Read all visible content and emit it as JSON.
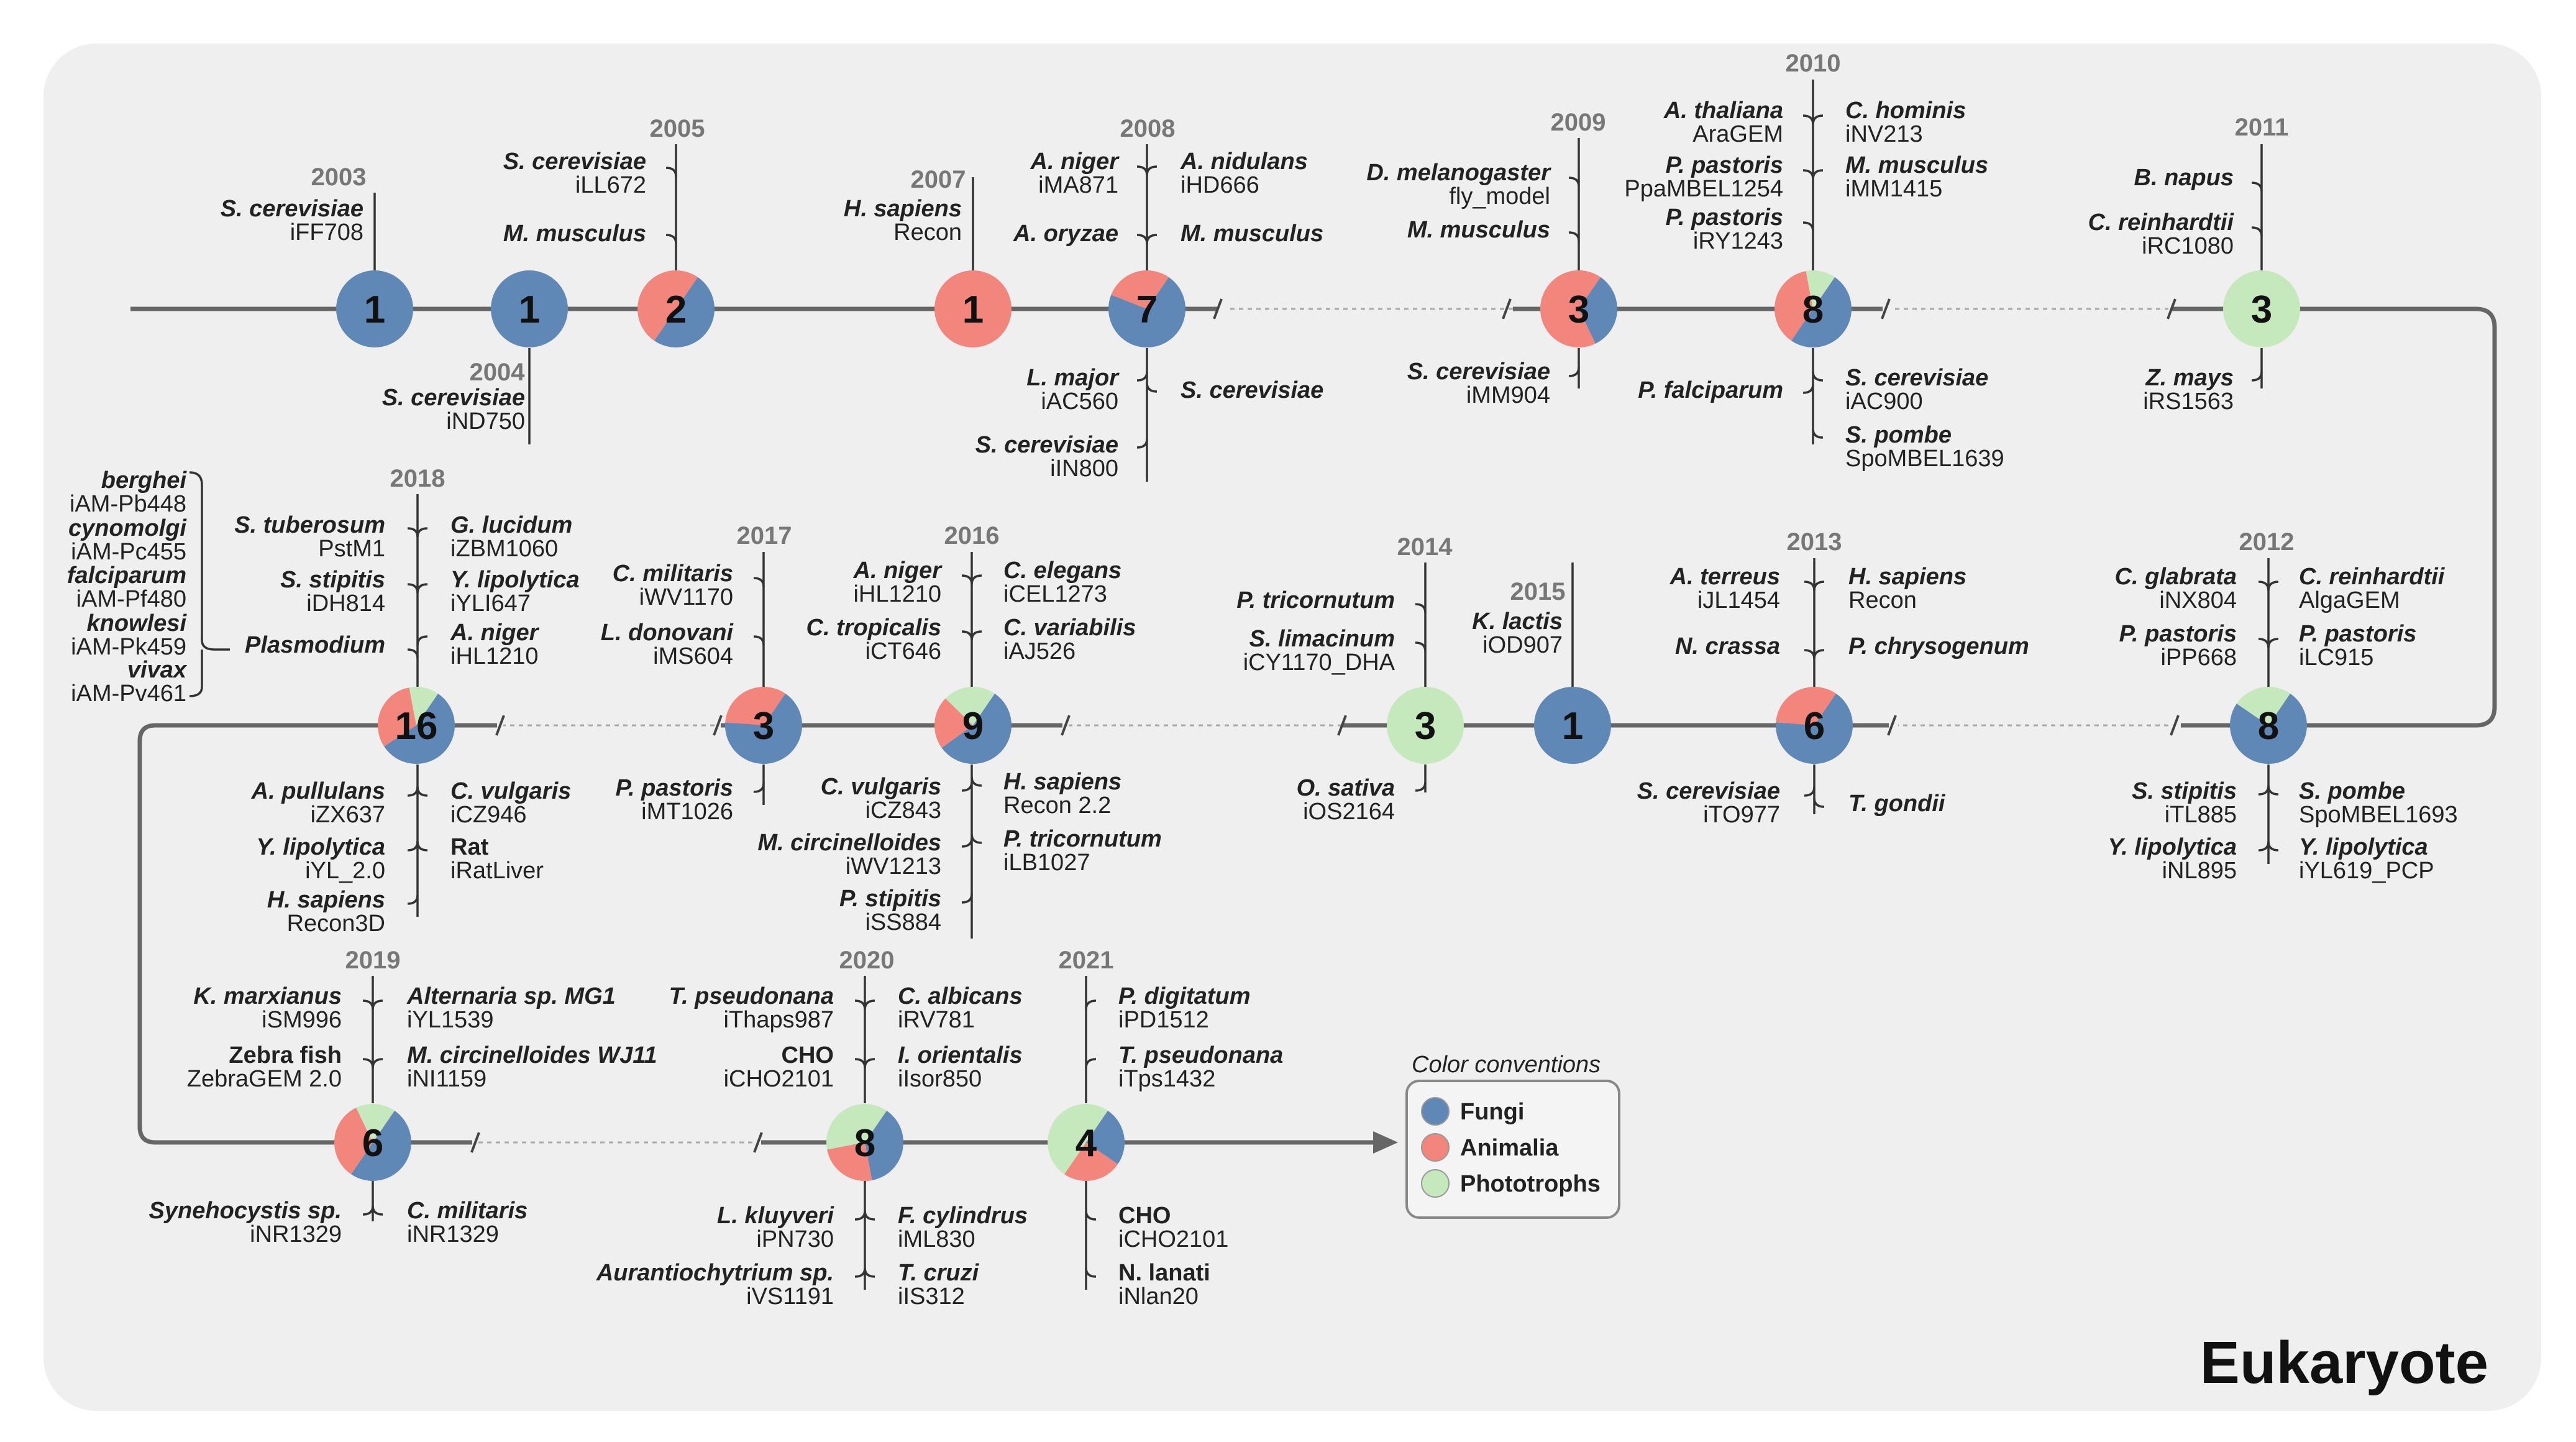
{
  "title": "Eukaryote",
  "legend": {
    "heading": "Color conventions",
    "items": [
      {
        "label": "Fungi",
        "color": "#5f88b6"
      },
      {
        "label": "Animalia",
        "color": "#f2857c"
      },
      {
        "label": "Phototrophs",
        "color": "#c6e8bd"
      }
    ]
  },
  "nodes": [
    {
      "year": "2003",
      "count": "1",
      "fungi": 1,
      "animalia": 0,
      "phototrophs": 0,
      "top": [
        {
          "species": "S. cerevisiae",
          "model": "iFF708"
        }
      ],
      "bottom": []
    },
    {
      "year": "2004",
      "count": "1",
      "fungi": 1,
      "animalia": 0,
      "phototrophs": 0,
      "top": [],
      "bottom": [
        {
          "species": "S. cerevisiae",
          "model": "iND750"
        }
      ]
    },
    {
      "year": "2005",
      "count": "2",
      "fungi": 1,
      "animalia": 1,
      "phototrophs": 0,
      "top": [
        {
          "species": "S. cerevisiae",
          "model": "iLL672"
        },
        {
          "species": "M. musculus",
          "model": ""
        }
      ],
      "bottom": []
    },
    {
      "year": "2007",
      "count": "1",
      "fungi": 0,
      "animalia": 1,
      "phototrophs": 0,
      "top": [
        {
          "species": "H. sapiens",
          "model": "Recon"
        }
      ],
      "bottom": []
    },
    {
      "year": "2008",
      "count": "7",
      "fungi": 5,
      "animalia": 2,
      "phototrophs": 0,
      "top": [
        {
          "species": "A. niger",
          "model": "iMA871"
        },
        {
          "species": "A. oryzae",
          "model": ""
        },
        {
          "species": "A. nidulans",
          "model": "iHD666"
        },
        {
          "species": "M. musculus",
          "model": ""
        }
      ],
      "bottom": [
        {
          "species": "L. major",
          "model": "iAC560"
        },
        {
          "species": "S. cerevisiae",
          "model": "iIN800"
        },
        {
          "species": "S. cerevisiae",
          "model": ""
        }
      ]
    },
    {
      "year": "2009",
      "count": "3",
      "fungi": 1,
      "animalia": 2,
      "phototrophs": 0,
      "top": [
        {
          "species": "D. melanogaster",
          "model": "fly_model"
        },
        {
          "species": "M. musculus",
          "model": ""
        }
      ],
      "bottom": [
        {
          "species": "S. cerevisiae",
          "model": "iMM904"
        }
      ]
    },
    {
      "year": "2010",
      "count": "8",
      "fungi": 4,
      "animalia": 3,
      "phototrophs": 1,
      "top": [
        {
          "species": "A. thaliana",
          "model": "AraGEM"
        },
        {
          "species": "P. pastoris",
          "model": "PpaMBEL1254"
        },
        {
          "species": "P. pastoris",
          "model": "iRY1243"
        },
        {
          "species": "C. hominis",
          "model": "iNV213"
        },
        {
          "species": "M. musculus",
          "model": "iMM1415"
        }
      ],
      "bottom": [
        {
          "species": "P. falciparum",
          "model": ""
        },
        {
          "species": "S. cerevisiae",
          "model": "iAC900"
        },
        {
          "species": "S. pombe",
          "model": "SpoMBEL1639"
        }
      ]
    },
    {
      "year": "2011",
      "count": "3",
      "fungi": 0,
      "animalia": 0,
      "phototrophs": 3,
      "top": [
        {
          "species": "B. napus",
          "model": ""
        },
        {
          "species": "C. reinhardtii",
          "model": "iRC1080"
        }
      ],
      "bottom": [
        {
          "species": "Z. mays",
          "model": "iRS1563"
        }
      ]
    },
    {
      "year": "2012",
      "count": "8",
      "fungi": 6,
      "animalia": 0,
      "phototrophs": 2,
      "top": [
        {
          "species": "C. glabrata",
          "model": "iNX804"
        },
        {
          "species": "P. pastoris",
          "model": "iPP668"
        },
        {
          "species": "C. reinhardtii",
          "model": "AlgaGEM"
        },
        {
          "species": "P. pastoris",
          "model": "iLC915"
        }
      ],
      "bottom": [
        {
          "species": "S. stipitis",
          "model": "iTL885"
        },
        {
          "species": "Y. lipolytica",
          "model": "iNL895"
        },
        {
          "species": "S. pombe",
          "model": "SpoMBEL1693"
        },
        {
          "species": "Y. lipolytica",
          "model": "iYL619_PCP"
        }
      ]
    },
    {
      "year": "2013",
      "count": "6",
      "fungi": 4,
      "animalia": 2,
      "phototrophs": 0,
      "top": [
        {
          "species": "A. terreus",
          "model": "iJL1454"
        },
        {
          "species": "N. crassa",
          "model": ""
        },
        {
          "species": "H. sapiens",
          "model": "Recon"
        },
        {
          "species": "P. chrysogenum",
          "model": ""
        }
      ],
      "bottom": [
        {
          "species": "S. cerevisiae",
          "model": "iTO977"
        },
        {
          "species": "T. gondii",
          "model": ""
        }
      ]
    },
    {
      "year": "2014",
      "count": "1",
      "fungi": 1,
      "animalia": 0,
      "phototrophs": 0,
      "top": [
        {
          "species": "K. lactis",
          "model": "iOD907"
        }
      ],
      "bottom": []
    },
    {
      "year": "2015",
      "count": "3",
      "fungi": 0,
      "animalia": 0,
      "phototrophs": 3,
      "top": [
        {
          "species": "P. tricornutum",
          "model": ""
        },
        {
          "species": "S. limacinum",
          "model": "iCY1170_DHA"
        }
      ],
      "bottom": [
        {
          "species": "O. sativa",
          "model": "iOS2164"
        }
      ]
    },
    {
      "year": "2016",
      "count": "9",
      "fungi": 5,
      "animalia": 2,
      "phototrophs": 2,
      "top": [
        {
          "species": "A. niger",
          "model": "iHL1210"
        },
        {
          "species": "C. tropicalis",
          "model": "iCT646"
        },
        {
          "species": "C. elegans",
          "model": "iCEL1273"
        },
        {
          "species": "C. variabilis",
          "model": "iAJ526"
        }
      ],
      "bottom": [
        {
          "species": "C. vulgaris",
          "model": "iCZ843"
        },
        {
          "species": "M. circinelloides",
          "model": "iWV1213"
        },
        {
          "species": "P. stipitis",
          "model": "iSS884"
        },
        {
          "species": "H. sapiens",
          "model": "Recon 2.2"
        },
        {
          "species": "P. tricornutum",
          "model": "iLB1027"
        }
      ]
    },
    {
      "year": "2017",
      "count": "3",
      "fungi": 2,
      "animalia": 1,
      "phototrophs": 0,
      "top": [
        {
          "species": "C. militaris",
          "model": "iWV1170"
        },
        {
          "species": "L. donovani",
          "model": "iMS604"
        }
      ],
      "bottom": [
        {
          "species": "P. pastoris",
          "model": "iMT1026"
        }
      ]
    },
    {
      "year": "2018",
      "count": "16",
      "fungi": 9,
      "animalia": 5,
      "phototrophs": 2,
      "top": [
        {
          "species": "S. tuberosum",
          "model": "PstM1"
        },
        {
          "species": "S. stipitis",
          "model": "iDH814"
        },
        {
          "species": "Plasmodium",
          "model": ""
        },
        {
          "species": "G. lucidum",
          "model": "iZBM1060"
        },
        {
          "species": "Y. lipolytica",
          "model": "iYLI647"
        },
        {
          "species": "A. niger",
          "model": "iHL1210"
        }
      ],
      "bottom": [
        {
          "species": "A. pullulans",
          "model": "iZX637"
        },
        {
          "species": "Y. lipolytica",
          "model": "iYL_2.0"
        },
        {
          "species": "H. sapiens",
          "model": "Recon3D"
        },
        {
          "species": "C. vulgaris",
          "model": "iCZ946"
        },
        {
          "species": "Rat",
          "model": "iRatLiver"
        }
      ],
      "plasmodium": [
        {
          "species": "berghei",
          "model": "iAM-Pb448"
        },
        {
          "species": "cynomolgi",
          "model": "iAM-Pc455"
        },
        {
          "species": "falciparum",
          "model": "iAM-Pf480"
        },
        {
          "species": "knowlesi",
          "model": "iAM-Pk459"
        },
        {
          "species": "vivax",
          "model": "iAM-Pv461"
        }
      ]
    },
    {
      "year": "2019",
      "count": "6",
      "fungi": 3,
      "animalia": 2,
      "phototrophs": 1,
      "top": [
        {
          "species": "K. marxianus",
          "model": "iSM996"
        },
        {
          "species": "Zebra fish",
          "model": "ZebraGEM 2.0"
        },
        {
          "species": "Alternaria sp. MG1",
          "model": "iYL1539"
        },
        {
          "species": "M. circinelloides WJ11",
          "model": "iNI1159"
        }
      ],
      "bottom": [
        {
          "species": "Synehocystis sp.",
          "model": "iNR1329"
        },
        {
          "species": "C. militaris",
          "model": "iNR1329"
        }
      ]
    },
    {
      "year": "2020",
      "count": "8",
      "fungi": 3,
      "animalia": 2,
      "phototrophs": 3,
      "top": [
        {
          "species": "T. pseudonana",
          "model": "iThaps987"
        },
        {
          "species": "CHO",
          "model": "iCHO2101"
        },
        {
          "species": "C. albicans",
          "model": "iRV781"
        },
        {
          "species": "I. orientalis",
          "model": "iIsor850"
        }
      ],
      "bottom": [
        {
          "species": "L. kluyveri",
          "model": "iPN730"
        },
        {
          "species": "Aurantiochytrium sp.",
          "model": "iVS1191"
        },
        {
          "species": "F. cylindrus",
          "model": "iML830"
        },
        {
          "species": "T. cruzi",
          "model": "iIS312"
        }
      ]
    },
    {
      "year": "2021",
      "count": "4",
      "fungi": 1,
      "animalia": 1,
      "phototrophs": 2,
      "top": [
        {
          "species": "P. digitatum",
          "model": "iPD1512"
        },
        {
          "species": "T. pseudonana",
          "model": "iTps1432"
        }
      ],
      "bottom": [
        {
          "species": "CHO",
          "model": "iCHO2101"
        },
        {
          "species": "N. lanati",
          "model": "iNlan20"
        }
      ]
    }
  ]
}
